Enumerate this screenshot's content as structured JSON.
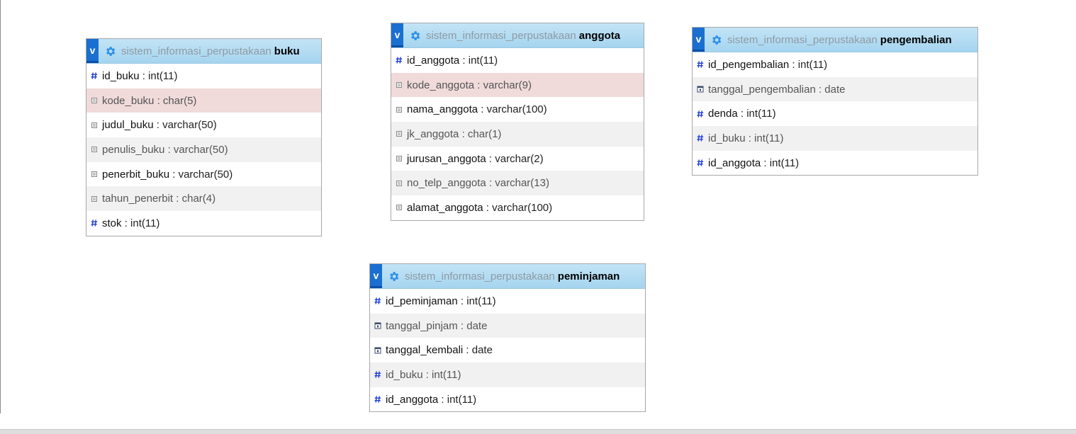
{
  "schema": "sistem_informasi_perpustakaan",
  "colors": {
    "header_gradient_top": "#c3e4f6",
    "header_gradient_bottom": "#a5d4ef",
    "toggle_blue": "#1a6fd0",
    "gear_blue": "#2e8fe6",
    "highlight_row": "#f0dada",
    "alt_row": "#f1f1f1",
    "key_icon_blue": "#1f3fd8"
  },
  "tables": [
    {
      "id": "buku",
      "toggle": "v",
      "db": "sistem_informasi_perpustakaan",
      "name": "buku",
      "columns": [
        {
          "name": "id_buku",
          "type": " : int(11)",
          "icon": "hash-icon"
        },
        {
          "name": "kode_buku",
          "type": " : char(5)",
          "icon": "field-icon",
          "highlight": true
        },
        {
          "name": "judul_buku",
          "type": " : varchar(50)",
          "icon": "field-icon"
        },
        {
          "name": "penulis_buku",
          "type": " : varchar(50)",
          "icon": "field-icon"
        },
        {
          "name": "penerbit_buku",
          "type": " : varchar(50)",
          "icon": "field-icon"
        },
        {
          "name": "tahun_penerbit",
          "type": " : char(4)",
          "icon": "field-icon"
        },
        {
          "name": "stok",
          "type": " : int(11)",
          "icon": "hash-icon"
        }
      ]
    },
    {
      "id": "anggota",
      "toggle": "v",
      "db": "sistem_informasi_perpustakaan",
      "name": "anggota",
      "columns": [
        {
          "name": "id_anggota",
          "type": " : int(11)",
          "icon": "hash-icon"
        },
        {
          "name": "kode_anggota",
          "type": " : varchar(9)",
          "icon": "field-icon",
          "highlight": true
        },
        {
          "name": "nama_anggota",
          "type": " : varchar(100)",
          "icon": "field-icon"
        },
        {
          "name": "jk_anggota",
          "type": " : char(1)",
          "icon": "field-icon"
        },
        {
          "name": "jurusan_anggota",
          "type": " : varchar(2)",
          "icon": "field-icon"
        },
        {
          "name": "no_telp_anggota",
          "type": " : varchar(13)",
          "icon": "field-icon"
        },
        {
          "name": "alamat_anggota",
          "type": " : varchar(100)",
          "icon": "field-icon"
        }
      ]
    },
    {
      "id": "pengembalian",
      "toggle": "v",
      "db": "sistem_informasi_perpustakaan",
      "name": "pengembalian",
      "columns": [
        {
          "name": "id_pengembalian",
          "type": " : int(11)",
          "icon": "hash-icon"
        },
        {
          "name": "tanggal_pengembalian",
          "type": " : date",
          "icon": "date-icon"
        },
        {
          "name": "denda",
          "type": " : int(11)",
          "icon": "hash-icon"
        },
        {
          "name": "id_buku",
          "type": " : int(11)",
          "icon": "hash-icon"
        },
        {
          "name": "id_anggota",
          "type": " : int(11)",
          "icon": "hash-icon"
        }
      ]
    },
    {
      "id": "peminjaman",
      "toggle": "v",
      "db": "sistem_informasi_perpustakaan",
      "name": "peminjaman",
      "columns": [
        {
          "name": "id_peminjaman",
          "type": " : int(11)",
          "icon": "hash-icon"
        },
        {
          "name": "tanggal_pinjam",
          "type": " : date",
          "icon": "date-icon"
        },
        {
          "name": "tanggal_kembali",
          "type": " : date",
          "icon": "date-icon"
        },
        {
          "name": "id_buku",
          "type": " : int(11)",
          "icon": "hash-icon"
        },
        {
          "name": "id_anggota",
          "type": " : int(11)",
          "icon": "hash-icon"
        }
      ]
    }
  ]
}
